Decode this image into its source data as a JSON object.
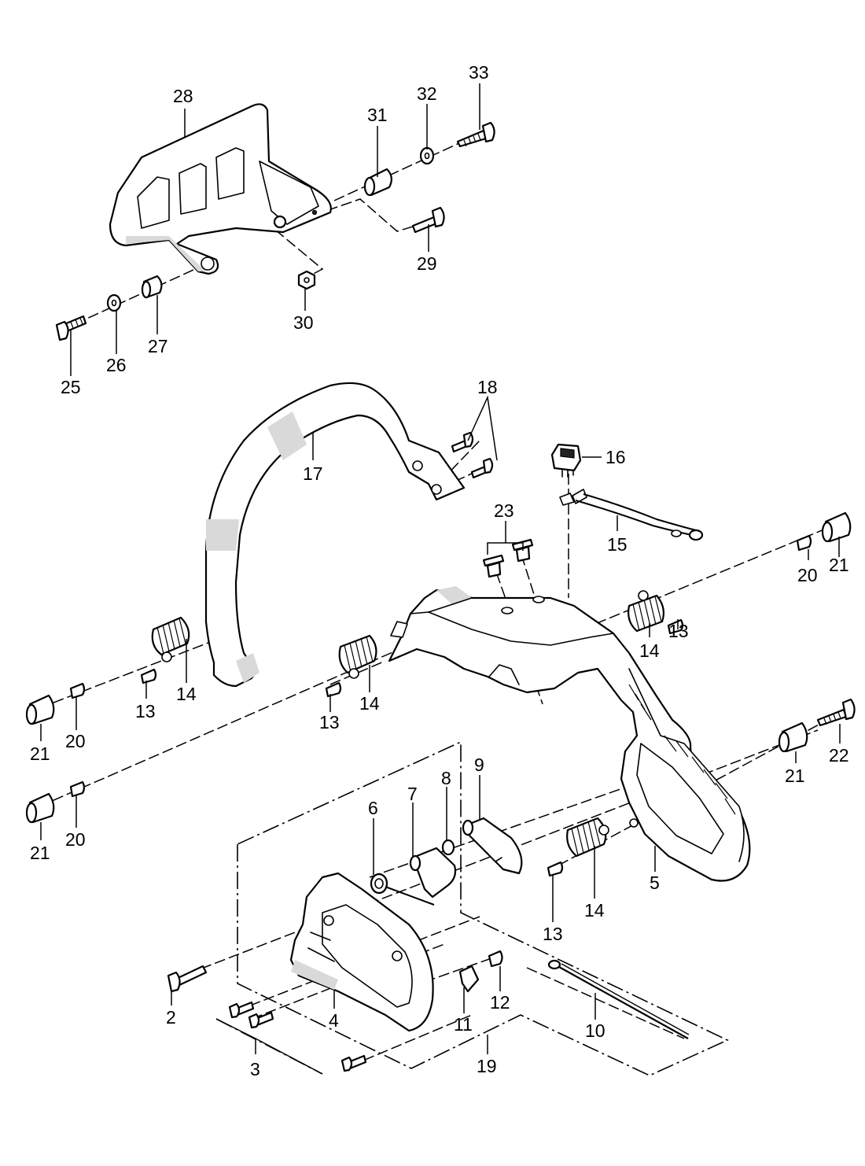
{
  "diagram": {
    "callouts": {
      "c2": "2",
      "c3": "3",
      "c4": "4",
      "c5": "5",
      "c6": "6",
      "c7": "7",
      "c8": "8",
      "c9": "9",
      "c10": "10",
      "c11": "11",
      "c12": "12",
      "c13a": "13",
      "c13b": "13",
      "c13c": "13",
      "c13d": "13",
      "c14a": "14",
      "c14b": "14",
      "c14c": "14",
      "c14d": "14",
      "c15": "15",
      "c16": "16",
      "c17": "17",
      "c18": "18",
      "c19": "19",
      "c20a": "20",
      "c20b": "20",
      "c20c": "20",
      "c21a": "21",
      "c21b": "21",
      "c21c": "21",
      "c21d": "21",
      "c22": "22",
      "c23": "23",
      "c25": "25",
      "c26": "26",
      "c27": "27",
      "c28": "28",
      "c29": "29",
      "c30": "30",
      "c31": "31",
      "c32": "32",
      "c33": "33"
    }
  }
}
